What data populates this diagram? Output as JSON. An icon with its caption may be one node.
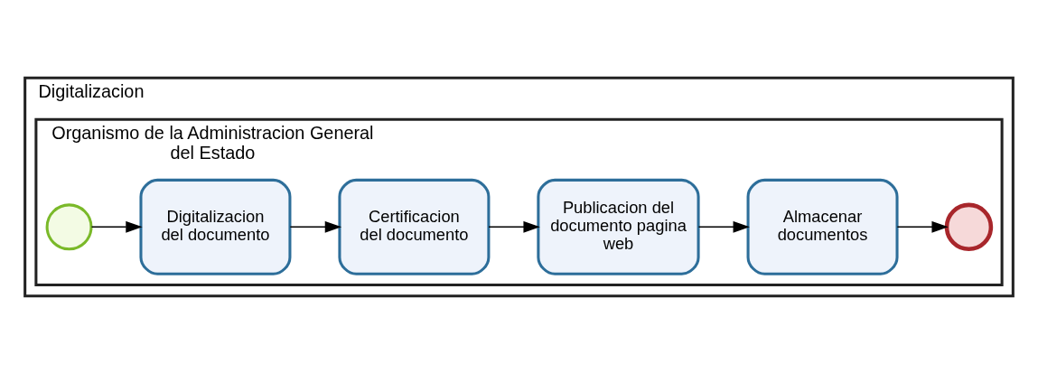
{
  "diagram": {
    "nodes": [
      {
        "text": [
          "Digitalizacion"
        ]
      },
      {
        "text": [
          "Organismo de la Administracion General del Estado"
        ],
        "in": 0
      },
      {
        "text": [],
        "shape": "circle",
        "in": 1
      },
      {
        "text": [
          "Digitalizacion del documento"
        ],
        "in": 1
      },
      {
        "text": [
          "Certificacion del documento"
        ],
        "in": 1
      },
      {
        "text": [
          "Publicacion del documento pagina web"
        ],
        "in": 1
      },
      {
        "text": [
          "Almacenar documentos"
        ],
        "in": 1
      },
      {
        "text": [],
        "shape": "circle",
        "in": 1
      }
    ],
    "edges": [
      {
        "from": 2,
        "to": 3,
        "arrow": "to"
      },
      {
        "from": 3,
        "to": 4,
        "arrow": "to"
      },
      {
        "from": 4,
        "to": 5,
        "arrow": "to"
      },
      {
        "from": 5,
        "to": 6,
        "arrow": "to"
      },
      {
        "from": 6,
        "to": 7,
        "arrow": "to"
      }
    ]
  }
}
